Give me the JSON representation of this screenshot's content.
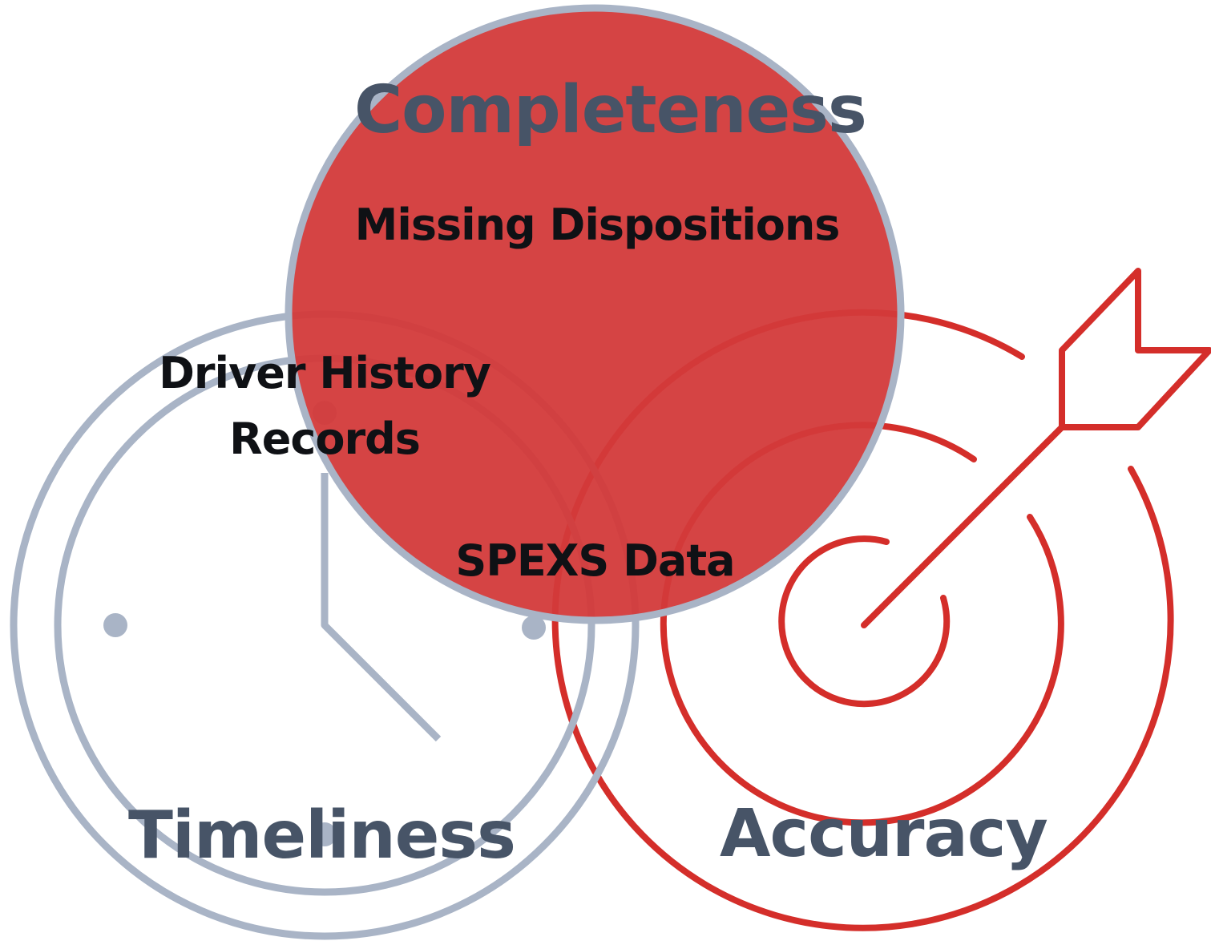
{
  "diagram": {
    "circles": {
      "completeness": "Completeness",
      "timeliness": "Timeliness",
      "accuracy": "Accuracy"
    },
    "items": {
      "missing_dispositions": "Missing Dispositions",
      "driver_history_line1": "Driver History",
      "driver_history_line2": "Records",
      "spexs_data": "SPEXS Data"
    },
    "icons": {
      "timeliness_icon": "clock-icon",
      "accuracy_icon": "target-arrow-icon"
    },
    "colors": {
      "red": "#d33a3a",
      "red_line": "#d42e2a",
      "grey": "#a9b4c6",
      "label": "#475467",
      "text": "#0f1115"
    }
  }
}
